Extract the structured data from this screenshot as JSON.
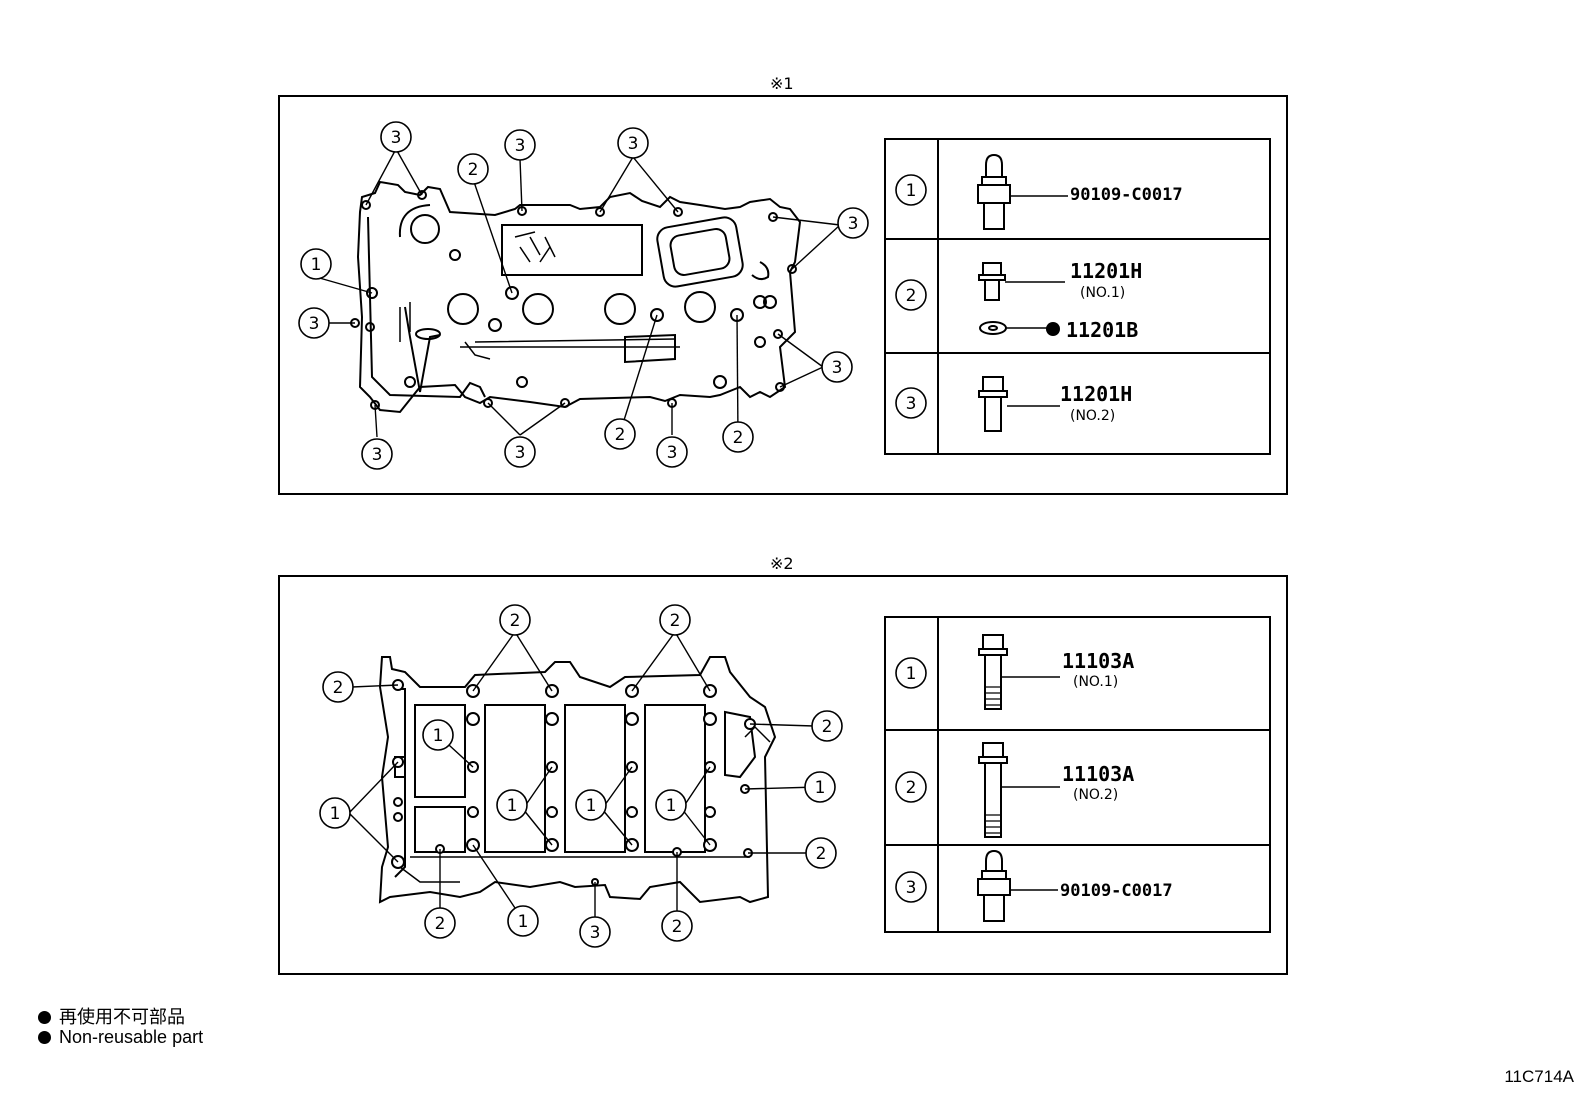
{
  "panels": [
    {
      "label": "※1",
      "table": [
        {
          "num": "①",
          "parts": [
            {
              "text": "90109-C0017"
            }
          ]
        },
        {
          "num": "②",
          "parts": [
            {
              "text": "11201H",
              "sub": "(NO.1)"
            },
            {
              "text": "11201B",
              "nonreusable": true
            }
          ]
        },
        {
          "num": "③",
          "parts": [
            {
              "text": "11201H",
              "sub": "(NO.2)"
            }
          ]
        }
      ],
      "callouts": [
        "①",
        "②",
        "③"
      ]
    },
    {
      "label": "※2",
      "table": [
        {
          "num": "①",
          "parts": [
            {
              "text": "11103A",
              "sub": "(NO.1)"
            }
          ]
        },
        {
          "num": "②",
          "parts": [
            {
              "text": "11103A",
              "sub": "(NO.2)"
            }
          ]
        },
        {
          "num": "③",
          "parts": [
            {
              "text": "90109-C0017"
            }
          ]
        }
      ],
      "callouts": [
        "①",
        "②",
        "③"
      ]
    }
  ],
  "legend": [
    "再使用不可部品",
    "Non-reusable part"
  ],
  "figure_code": "11C714A"
}
